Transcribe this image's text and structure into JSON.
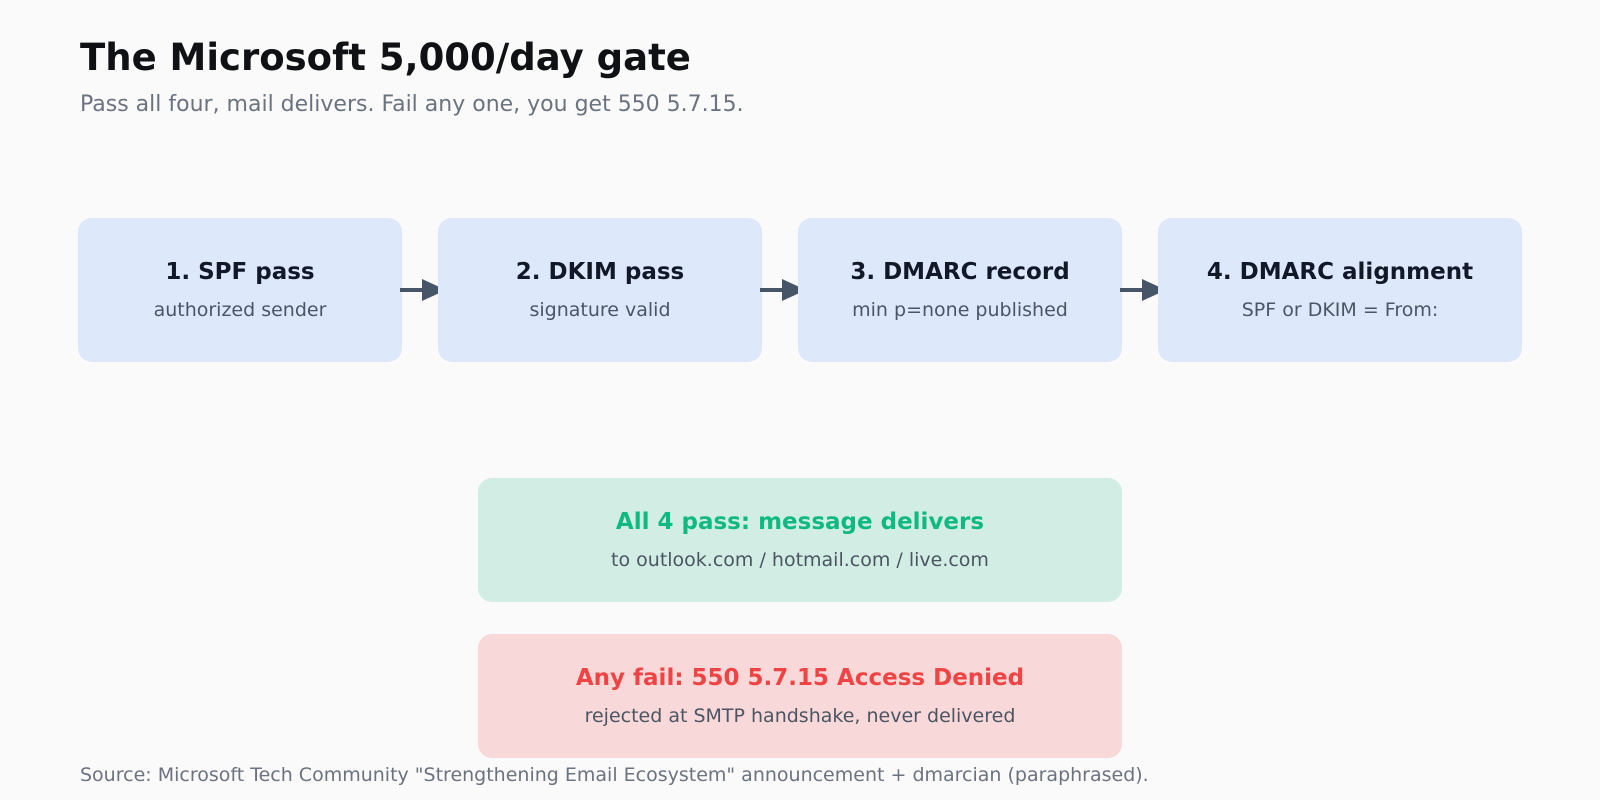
{
  "header": {
    "title": "The Microsoft 5,000/day gate",
    "subtitle": "Pass all four, mail delivers. Fail any one, you get 550 5.7.15."
  },
  "steps": [
    {
      "title": "1. SPF pass",
      "desc": "authorized sender"
    },
    {
      "title": "2. DKIM pass",
      "desc": "signature valid"
    },
    {
      "title": "3. DMARC record",
      "desc": "min p=none published"
    },
    {
      "title": "4. DMARC alignment",
      "desc": "SPF or DKIM = From:"
    }
  ],
  "outcomes": {
    "pass": {
      "title": "All 4 pass: message delivers",
      "desc": "to outlook.com / hotmail.com / live.com",
      "color": "#10b981"
    },
    "fail": {
      "title": "Any fail: 550 5.7.15 Access Denied",
      "desc": "rejected at SMTP handshake, never delivered",
      "color": "#ef4444"
    }
  },
  "colors": {
    "step_bg": "#dde8fb",
    "arrow": "#475569",
    "pass_bg": "#d2ede3",
    "fail_bg": "#f8d8d9"
  },
  "footer": {
    "source": "Source: Microsoft Tech Community \"Strengthening Email Ecosystem\" announcement + dmarcian (paraphrased)."
  }
}
